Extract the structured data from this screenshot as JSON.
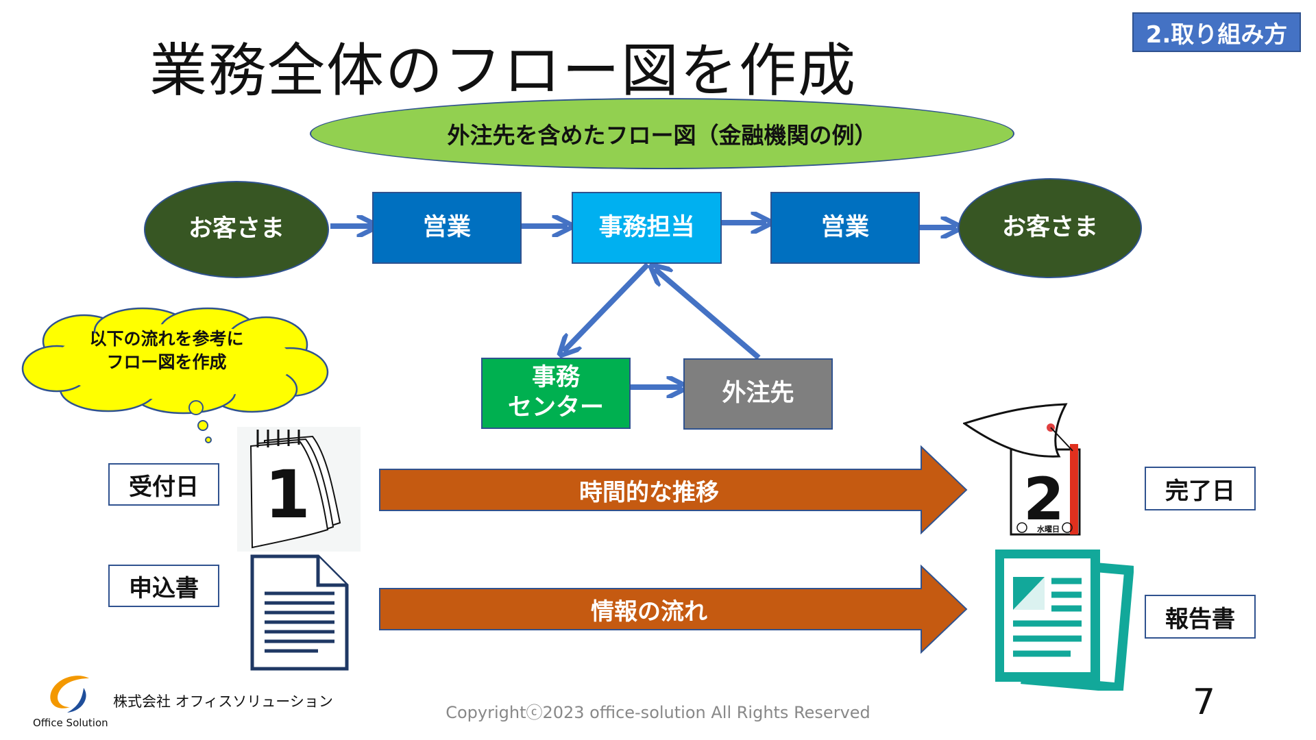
{
  "title": "業務全体のフロー図を作成",
  "section_tag": "2.取り組み方",
  "subtitle": "外注先を含めたフロー図（金融機関の例）",
  "flow": {
    "customer_left": "お客さま",
    "sales_left": "営業",
    "office_staff": "事務担当",
    "sales_right": "営業",
    "customer_right": "お客さま",
    "office_center_line1": "事務",
    "office_center_line2": "センター",
    "outsource": "外注先"
  },
  "cloud_note": {
    "line1": "以下の流れを参考に",
    "line2": "フロー図を作成"
  },
  "timeline": {
    "start_label": "受付日",
    "arrow_label": "時間的な推移",
    "end_label": "完了日",
    "start_calendar_number": "1",
    "end_calendar_number": "2",
    "end_calendar_caption": "水曜日"
  },
  "info": {
    "start_label": "申込書",
    "arrow_label": "情報の流れ",
    "end_label": "報告書"
  },
  "footer": {
    "company": "株式会社 オフィスソリューション",
    "logo_text": "Office Solution",
    "copyright": "Copyrightⓒ2023 office-solution All Rights Reserved",
    "page_number": "7"
  },
  "colors": {
    "customer": "#375623",
    "sales": "#0070c0",
    "office_staff": "#00b0f0",
    "office_center": "#00b050",
    "outsource": "#7f7f7f",
    "subtitle_ellipse": "#92d050",
    "connector_arrow": "#4472c4",
    "process_arrow": "#c55a11",
    "cloud": "#ffff00",
    "report_icon": "#12a89a"
  }
}
